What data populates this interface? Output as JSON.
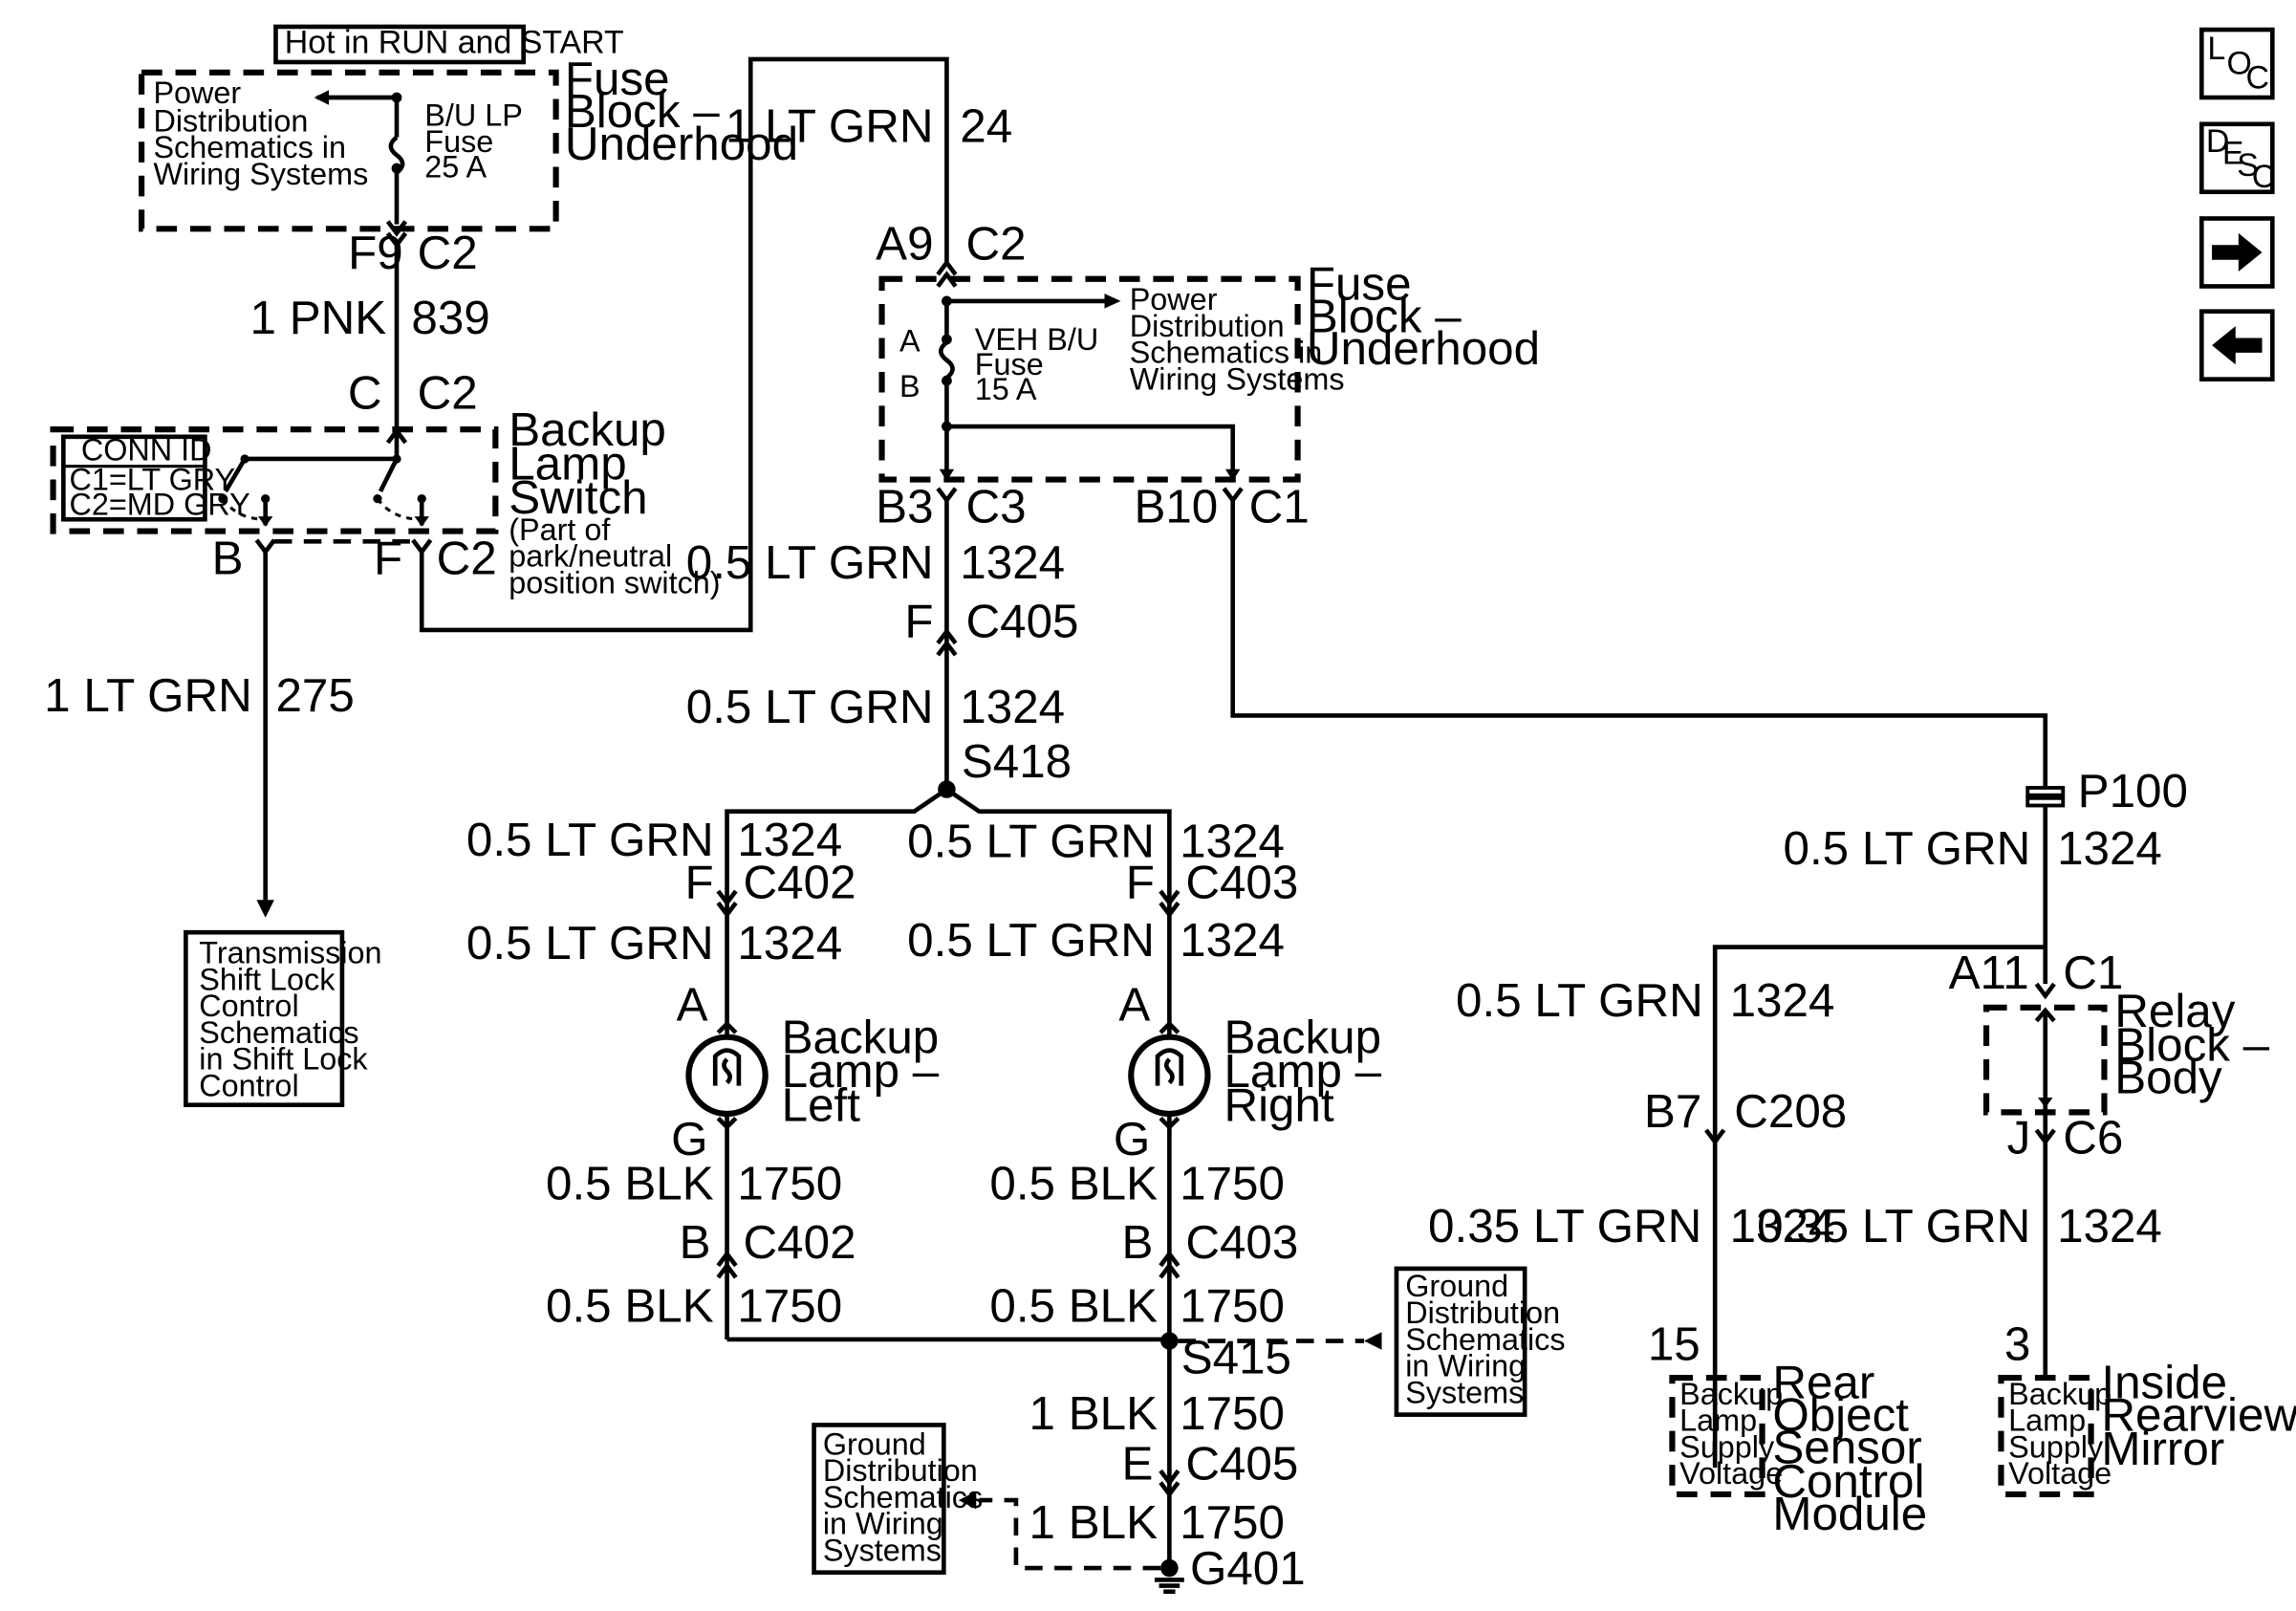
{
  "nav": {
    "loc": {
      "l": "L",
      "o": "O",
      "c": "C"
    },
    "desc": {
      "d": "D",
      "e": "E",
      "s": "S",
      "c": "C"
    }
  },
  "header": {
    "hot_in_run_and_start": "Hot in RUN and START"
  },
  "fuse_block_top": {
    "title": [
      "Fuse",
      "Block –",
      "Underhood"
    ],
    "power_ref": [
      "Power",
      "Distribution",
      "Schematics in",
      "Wiring Systems"
    ],
    "fuse": [
      "B/U LP",
      "Fuse",
      "25 A"
    ]
  },
  "wire_top_left": {
    "conn_pin": "F9",
    "conn_id": "C2",
    "gauge_color": "1 PNK",
    "circuit": "839",
    "bottom_pin": "C",
    "bottom_conn": "C2"
  },
  "backup_switch": {
    "title": [
      "Backup",
      "Lamp",
      "Switch"
    ],
    "note": [
      "(Part of",
      "park/neutral",
      "position switch)"
    ],
    "conn_id": {
      "header": "CONN ID",
      "c1": "C1=LT GRY",
      "c2": "C2=MD GRY"
    },
    "pin_b": "B",
    "pin_f": "F",
    "conn": "C2"
  },
  "wire_275": {
    "gauge_color": "1 LT GRN",
    "circuit": "275"
  },
  "trans_box": [
    "Transmission",
    "Shift Lock",
    "Control",
    "Schematics",
    "in Shift Lock",
    "Control"
  ],
  "wire_24": {
    "gauge_color": "1 LT GRN",
    "circuit": "24",
    "pin": "A9",
    "conn": "C2"
  },
  "fuse_block_mid": {
    "title": [
      "Fuse",
      "Block –",
      "Underhood"
    ],
    "power_ref": [
      "Power",
      "Distribution",
      "Schematics in",
      "Wiring Systems"
    ],
    "fuse": [
      "VEH B/U",
      "Fuse",
      "15 A"
    ],
    "pin_a": "A",
    "pin_b": "B"
  },
  "mid_conns": {
    "b3": "B3",
    "c3": "C3",
    "b10": "B10",
    "c1": "C1"
  },
  "main_wire": {
    "w1": {
      "gauge_color": "0.5 LT GRN",
      "circuit": "1324"
    },
    "c405_pin": "F",
    "c405": "C405",
    "w2": {
      "gauge_color": "0.5 LT GRN",
      "circuit": "1324"
    },
    "splice": "S418"
  },
  "left_branch": {
    "w1": {
      "gauge_color": "0.5 LT GRN",
      "circuit": "1324"
    },
    "pin": "F",
    "conn": "C402",
    "w2": {
      "gauge_color": "0.5 LT GRN",
      "circuit": "1324"
    },
    "pin_a": "A",
    "lamp": [
      "Backup",
      "Lamp –",
      "Left"
    ],
    "pin_g": "G",
    "w3": {
      "gauge_color": "0.5 BLK",
      "circuit": "1750"
    },
    "pin_b": "B",
    "conn_b": "C402",
    "w4": {
      "gauge_color": "0.5 BLK",
      "circuit": "1750"
    }
  },
  "right_branch": {
    "w1": {
      "gauge_color": "0.5 LT GRN",
      "circuit": "1324"
    },
    "pin": "F",
    "conn": "C403",
    "w2": {
      "gauge_color": "0.5 LT GRN",
      "circuit": "1324"
    },
    "pin_a": "A",
    "lamp": [
      "Backup",
      "Lamp –",
      "Right"
    ],
    "pin_g": "G",
    "w3": {
      "gauge_color": "0.5 BLK",
      "circuit": "1750"
    },
    "pin_b": "B",
    "conn_b": "C403",
    "w4": {
      "gauge_color": "0.5 BLK",
      "circuit": "1750"
    }
  },
  "ground": {
    "splice": "S415",
    "ref_right": [
      "Ground",
      "Distribution",
      "Schematics",
      "in Wiring",
      "Systems"
    ],
    "w1": {
      "gauge_color": "1 BLK",
      "circuit": "1750"
    },
    "pin_e": "E",
    "conn_e": "C405",
    "w2": {
      "gauge_color": "1 BLK",
      "circuit": "1750"
    },
    "ref_left": [
      "Ground",
      "Distribution",
      "Schematics",
      "in Wiring",
      "Systems"
    ],
    "g": "G401"
  },
  "right_side": {
    "p100": "P100",
    "w1": {
      "gauge_color": "0.5 LT GRN",
      "circuit": "1324"
    },
    "a11": "A11",
    "c1": "C1",
    "w_left": {
      "gauge_color": "0.5 LT GRN",
      "circuit": "1324"
    },
    "relay": [
      "Relay",
      "Block –",
      "Body"
    ],
    "b7": "B7",
    "c208": "C208",
    "j": "J",
    "c6": "C6",
    "w_l2": {
      "gauge_color": "0.35 LT GRN",
      "circuit": "1324"
    },
    "w_r2": {
      "gauge_color": "0.35 LT GRN",
      "circuit": "1324"
    },
    "pin15": "15",
    "pin3": "3",
    "supply_left": [
      "Backup",
      "Lamp",
      "Supply",
      "Voltage"
    ],
    "supply_right": [
      "Backup",
      "Lamp",
      "Supply",
      "Voltage"
    ],
    "rear_module": [
      "Rear",
      "Object",
      "Sensor",
      "Control",
      "Module"
    ],
    "mirror": [
      "Inside",
      "Rearview",
      "Mirror"
    ]
  }
}
